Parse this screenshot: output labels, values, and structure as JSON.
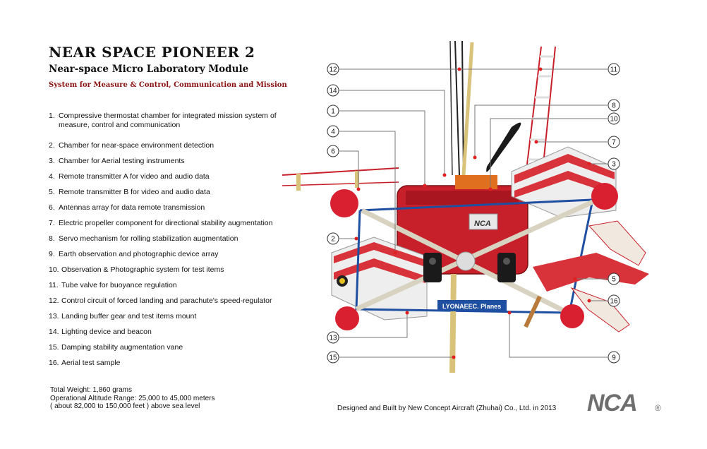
{
  "header": {
    "title": "NEAR SPACE PIONEER 2",
    "subtitle": "Near-space Micro Laboratory Module",
    "tagline": "System for Measure & Control, Communication and Mission"
  },
  "items": [
    {
      "num": "1.",
      "text": "Compressive thermostat chamber for integrated mission system of measure, control and communication"
    },
    {
      "num": "2.",
      "text": "Chamber for near-space environment detection"
    },
    {
      "num": "3.",
      "text": "Chamber for Aerial testing instruments"
    },
    {
      "num": "4.",
      "text": "Remote transmitter A for video and audio data"
    },
    {
      "num": "5.",
      "text": "Remote transmitter B for video and audio data"
    },
    {
      "num": "6.",
      "text": "Antennas array for data remote transmission"
    },
    {
      "num": "7.",
      "text": "Electric propeller component for directional stability augmentation"
    },
    {
      "num": "8.",
      "text": "Servo mechanism for rolling stabilization augmentation"
    },
    {
      "num": "9.",
      "text": "Earth observation and photographic device array"
    },
    {
      "num": "10.",
      "text": " Observation & Photographic system for test items"
    },
    {
      "num": "11.",
      "text": " Tube valve for  buoyance regulation"
    },
    {
      "num": "12.",
      "text": " Control circuit of forced landing and parachute's speed-regulator"
    },
    {
      "num": "13.",
      "text": " Landing buffer gear and test items mount"
    },
    {
      "num": "14.",
      "text": " Lighting device and beacon"
    },
    {
      "num": "15.",
      "text": " Damping stability augmentation vane"
    },
    {
      "num": "16.",
      "text": " Aerial test sample"
    }
  ],
  "stats": {
    "weight": "Total Weight: 1,860 grams",
    "altitude": "Operational Altitude Range: 25,000 to 45,000 meters",
    "altitude_feet": "( about 82,000 to 150,000 feet ) above sea level"
  },
  "credit": "Designed and Built by New Concept Aircraft (Zhuhai) Co., Ltd. in 2013",
  "logo": {
    "text": "NCA",
    "mark": "®"
  },
  "payload": {
    "panel_text": "LYONAEEC. Planes",
    "box_text": "NCA"
  },
  "callouts": [
    "1",
    "2",
    "3",
    "4",
    "5",
    "6",
    "7",
    "8",
    "9",
    "10",
    "11",
    "12",
    "13",
    "14",
    "15",
    "16"
  ],
  "colors": {
    "accent_red": "#c8202a",
    "tagline": "#8a1010",
    "logo_gray": "#6e6e6e",
    "callout_dot": "#e02020"
  }
}
